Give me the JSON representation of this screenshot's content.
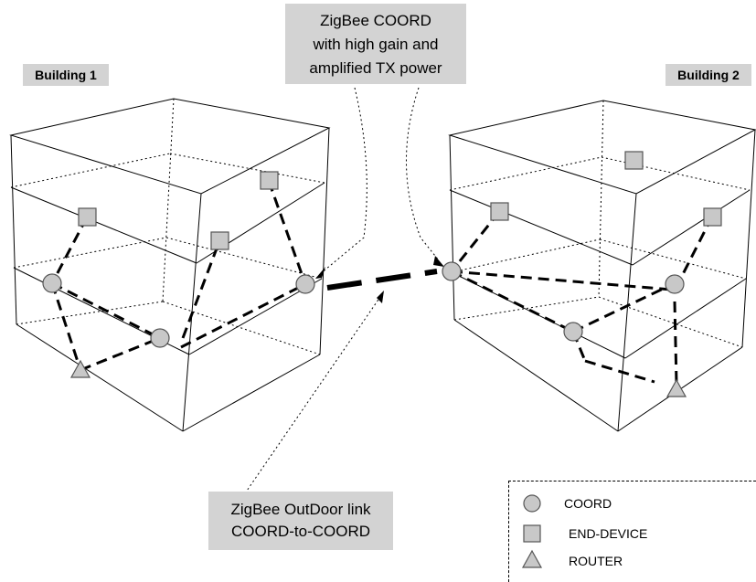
{
  "buildings": [
    {
      "label": "Building 1"
    },
    {
      "label": "Building 2"
    }
  ],
  "callouts": {
    "coordinator": [
      "ZigBee COORD",
      "with high gain and",
      "amplified TX power"
    ],
    "outdoor_link": [
      "ZigBee OutDoor link",
      "COORD-to-COORD"
    ]
  },
  "legend": {
    "items": [
      {
        "shape": "circle",
        "label": "COORD"
      },
      {
        "shape": "square",
        "label": "END-DEVICE"
      },
      {
        "shape": "triangle",
        "label": "ROUTER"
      }
    ]
  },
  "colors": {
    "node_fill": "#c8c8c8",
    "node_stroke": "#555555",
    "label_bg": "#d3d3d3"
  }
}
